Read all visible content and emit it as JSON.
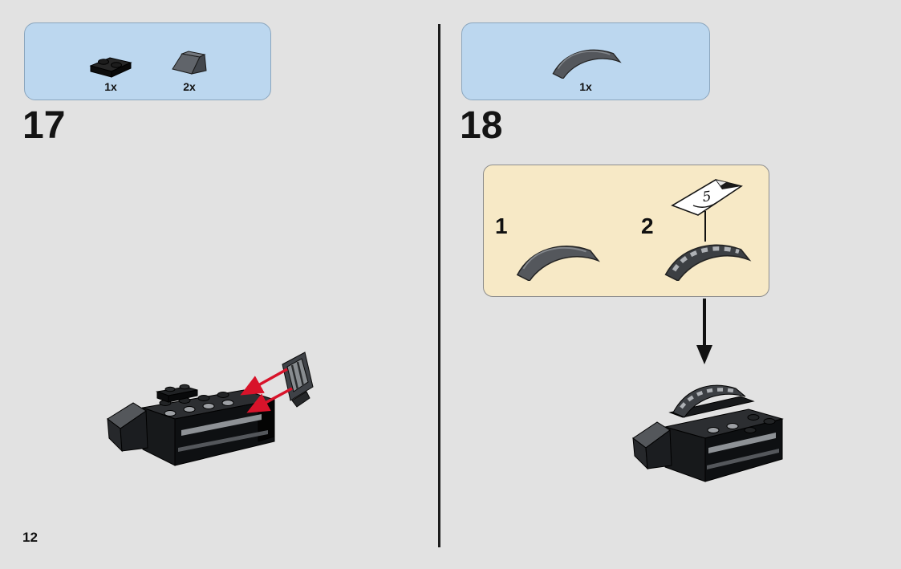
{
  "page": {
    "number": "12"
  },
  "steps": [
    {
      "number": "17",
      "parts": [
        {
          "count": "1x",
          "icon": "plate-1x2-black-icon"
        },
        {
          "count": "2x",
          "icon": "slope-brick-dark-gray-icon"
        }
      ]
    },
    {
      "number": "18",
      "parts": [
        {
          "count": "1x",
          "icon": "curved-slope-dark-gray-icon"
        }
      ],
      "substeps": [
        {
          "number": "1",
          "icon": "curved-slope-icon"
        },
        {
          "number": "2",
          "icon": "curved-slope-with-grille-sticker-icon"
        }
      ],
      "sticker": {
        "number": "5"
      }
    }
  ],
  "colors": {
    "background": "#e2e2e2",
    "parts_box_fill": "#bcd7ef",
    "parts_box_border": "#8ba6be",
    "substep_box_fill": "#f7e9c6",
    "substep_box_border": "#8d8d8d",
    "divider": "#1c1c1c",
    "arrow_red": "#d8132a",
    "text": "#111111"
  }
}
